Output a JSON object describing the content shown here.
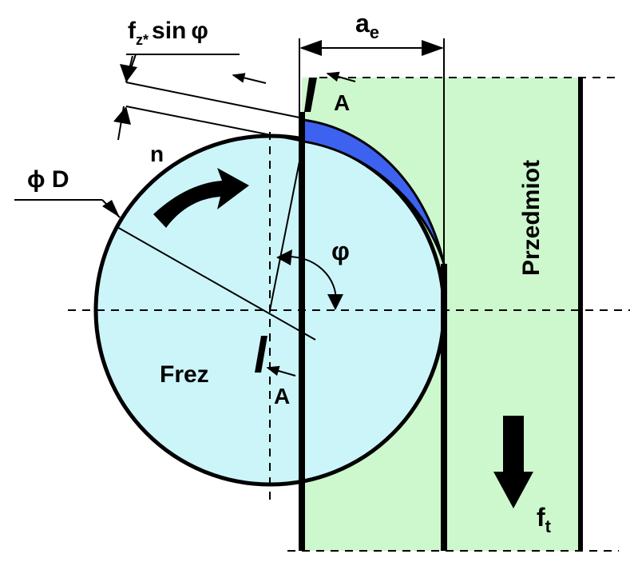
{
  "labels": {
    "fz_main": "f",
    "fz_sub": "z*",
    "fz_rest": "sin",
    "phi": "φ",
    "ae_main": "a",
    "ae_sub": "e",
    "section_top": "A",
    "section_bottom": "A",
    "rotation": "n",
    "diameter": "ϕ D",
    "tool": "Frez",
    "workpiece": "Przedmiot",
    "ft_main": "f",
    "ft_sub": "t"
  },
  "colors": {
    "tool_fill": "#ccf5fa",
    "workpiece_fill": "#cdf7cd",
    "chip_fill": "#3d62f0",
    "line": "#000000"
  },
  "icons": {
    "rotation_arrow": "curved-arrow-icon",
    "feed_arrow": "down-arrow-icon"
  }
}
